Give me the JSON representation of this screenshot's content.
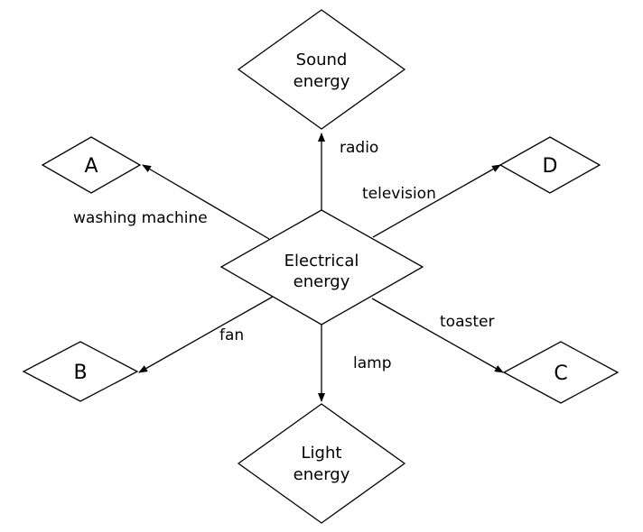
{
  "nodes": {
    "center": {
      "line1": "Electrical",
      "line2": "energy"
    },
    "sound": {
      "line1": "Sound",
      "line2": "energy"
    },
    "light": {
      "line1": "Light",
      "line2": "energy"
    },
    "a": "A",
    "b": "B",
    "c": "C",
    "d": "D"
  },
  "edges": {
    "radio": "radio",
    "lamp": "lamp",
    "television": "television",
    "washing_machine": "washing machine",
    "fan": "fan",
    "toaster": "toaster"
  }
}
